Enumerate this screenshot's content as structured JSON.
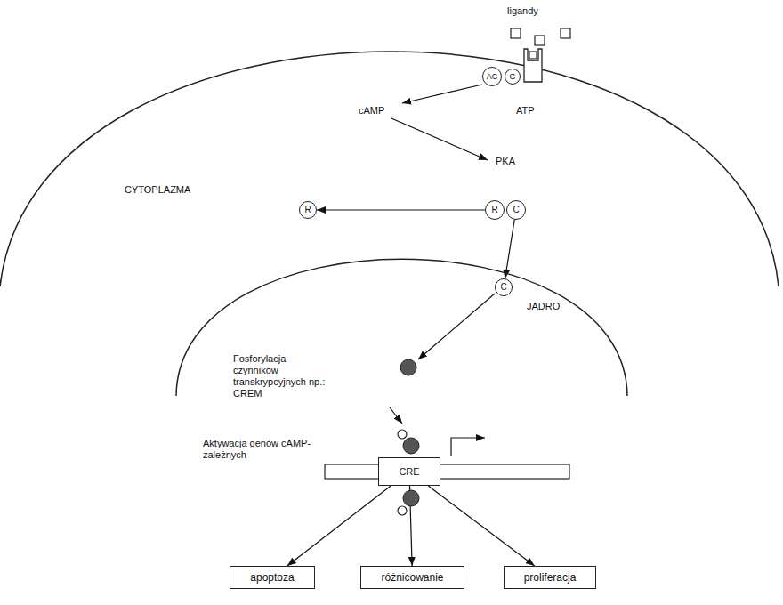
{
  "diagram": {
    "nodes": [
      {
        "text": [
          "AC"
        ]
      },
      {
        "text": [
          "G"
        ]
      },
      {
        "text": [
          "R"
        ]
      },
      {
        "text": [
          "R"
        ]
      },
      {
        "text": [
          "C"
        ]
      },
      {
        "text": [
          "C"
        ]
      },
      {
        "text": [
          "CRE"
        ]
      },
      {
        "text": [
          "apoptoza"
        ]
      },
      {
        "text": [
          "różnicowanie"
        ]
      },
      {
        "text": [
          "proliferacja"
        ]
      }
    ],
    "edges": [
      {
        "from": 3,
        "to": 2,
        "arrow": "to"
      },
      {
        "from": 4,
        "to": 5,
        "arrow": "to"
      },
      {
        "from": 6,
        "to": 7,
        "arrow": "to"
      },
      {
        "from": 6,
        "to": 8,
        "arrow": "to"
      },
      {
        "from": 6,
        "to": 9,
        "arrow": "to"
      }
    ],
    "labels": [
      "ligandy",
      "cAMP",
      "ATP",
      "PKA",
      "CYTOPLAZMA",
      "JĄDRO",
      "Fosforylacja czynników transkrypcyjnych np.: CREM",
      "Aktywacja genów cAMP-zależnych"
    ]
  }
}
